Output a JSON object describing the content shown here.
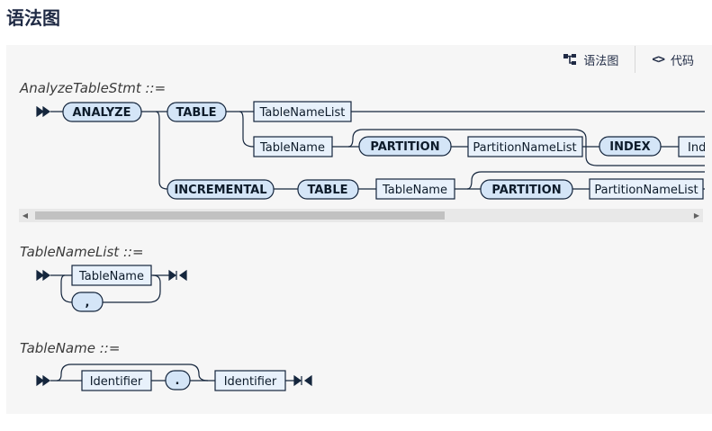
{
  "page": {
    "title": "语法图"
  },
  "toolbar": {
    "diagram_label": "语法图",
    "code_label": "代码",
    "code_icon": "<>"
  },
  "rules": {
    "analyze": {
      "name": "AnalyzeTableStmt ::="
    },
    "tnl": {
      "name": "TableNameList ::="
    },
    "tn": {
      "name": "TableName ::="
    }
  },
  "tokens": {
    "analyze_kw": "ANALYZE",
    "table_kw": "TABLE",
    "tablenamelist": "TableNameList",
    "tablename": "TableName",
    "partition_kw": "PARTITION",
    "partitionnamelist": "PartitionNameList",
    "index_kw": "INDEX",
    "indexnamelist_clipped": "Ind",
    "incremental_kw": "INCREMENTAL",
    "comma": ",",
    "identifier": "Identifier",
    "dot": "."
  },
  "colors": {
    "terminal_fill": "#d4e5f7",
    "nonterminal_fill": "#e8f1fb",
    "stroke": "#15263d",
    "panel_bg": "#f6f6f6"
  }
}
